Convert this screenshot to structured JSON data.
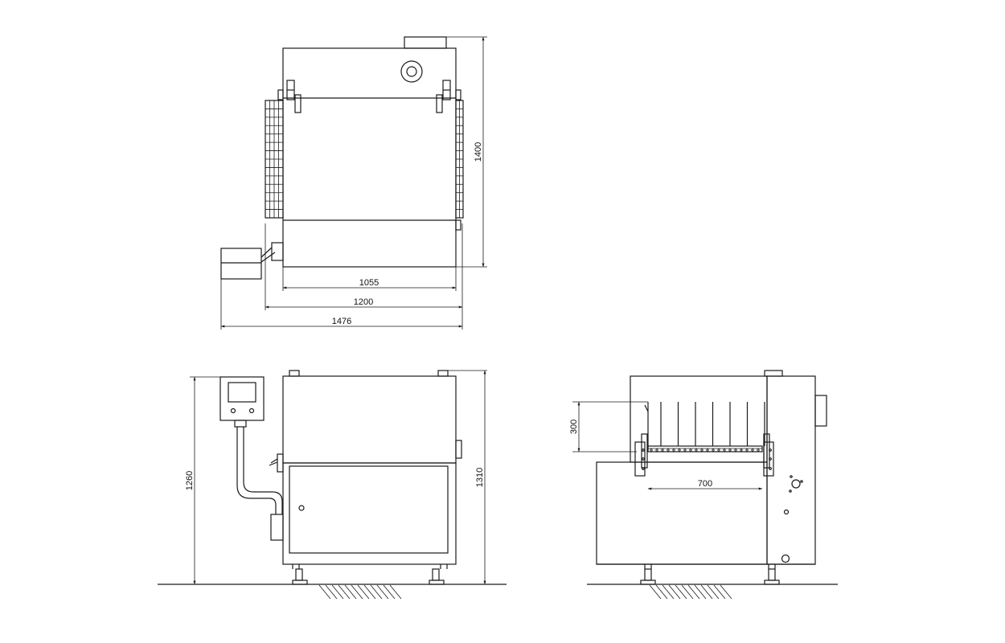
{
  "dimensions": {
    "top_view": {
      "body_width": "1055",
      "overall_width": "1200",
      "total_width": "1476",
      "depth": "1400"
    },
    "front_view": {
      "control_panel_height": "1260",
      "overall_height": "1310"
    },
    "side_view": {
      "rack_height": "300",
      "rack_width": "700"
    }
  },
  "colors": {
    "line": "#1a1a1a",
    "background": "#ffffff"
  }
}
